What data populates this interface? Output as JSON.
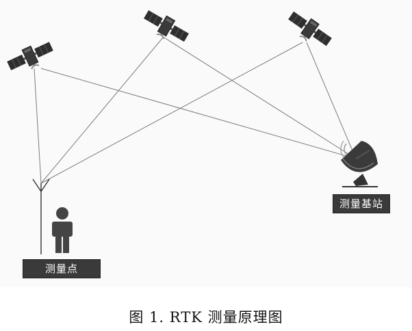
{
  "labels": {
    "base_station": "测量基站",
    "survey_point": "测量点"
  },
  "caption": "图 1. RTK 测量原理图",
  "colors": {
    "satellite_body": "#3c3c3c",
    "satellite_panel": "#2c2c2c",
    "signal_line": "#777777",
    "label_bg": "#3a3a3a",
    "label_text": "#ffffff",
    "person": "#444444"
  },
  "icons": [
    "satellite-icon",
    "satellite-icon",
    "satellite-icon",
    "antenna-icon",
    "person-icon",
    "dish-antenna-icon"
  ]
}
